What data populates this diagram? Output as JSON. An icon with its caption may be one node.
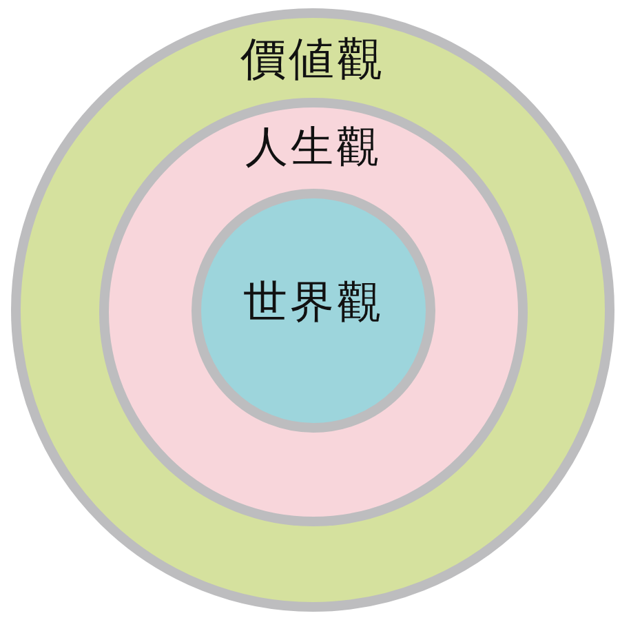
{
  "diagram": {
    "nodes": [
      {
        "text": [
          "價値觀"
        ]
      },
      {
        "text": [
          "人生觀"
        ],
        "in": 0
      },
      {
        "text": [
          "世界觀"
        ],
        "in": 1
      }
    ]
  }
}
